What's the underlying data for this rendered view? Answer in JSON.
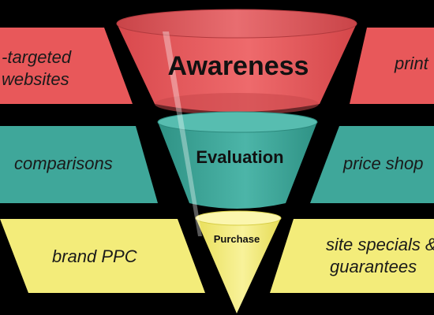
{
  "colors": {
    "awareness": "#e8585a",
    "evaluation": "#3fa79a",
    "purchase": "#f3ec7a",
    "background": "#000000"
  },
  "funnel": {
    "stages": [
      {
        "name": "Awareness"
      },
      {
        "name": "Evaluation"
      },
      {
        "name": "Purchase"
      }
    ]
  },
  "bands": {
    "awareness": {
      "left_line1": "-targeted",
      "left_line2": "websites",
      "right_line1": "print"
    },
    "evaluation": {
      "left_line1": "comparisons",
      "right_line1": "price shop"
    },
    "purchase": {
      "left_line1": "brand PPC",
      "right_line1": "site specials &",
      "right_line2": "guarantees"
    }
  }
}
